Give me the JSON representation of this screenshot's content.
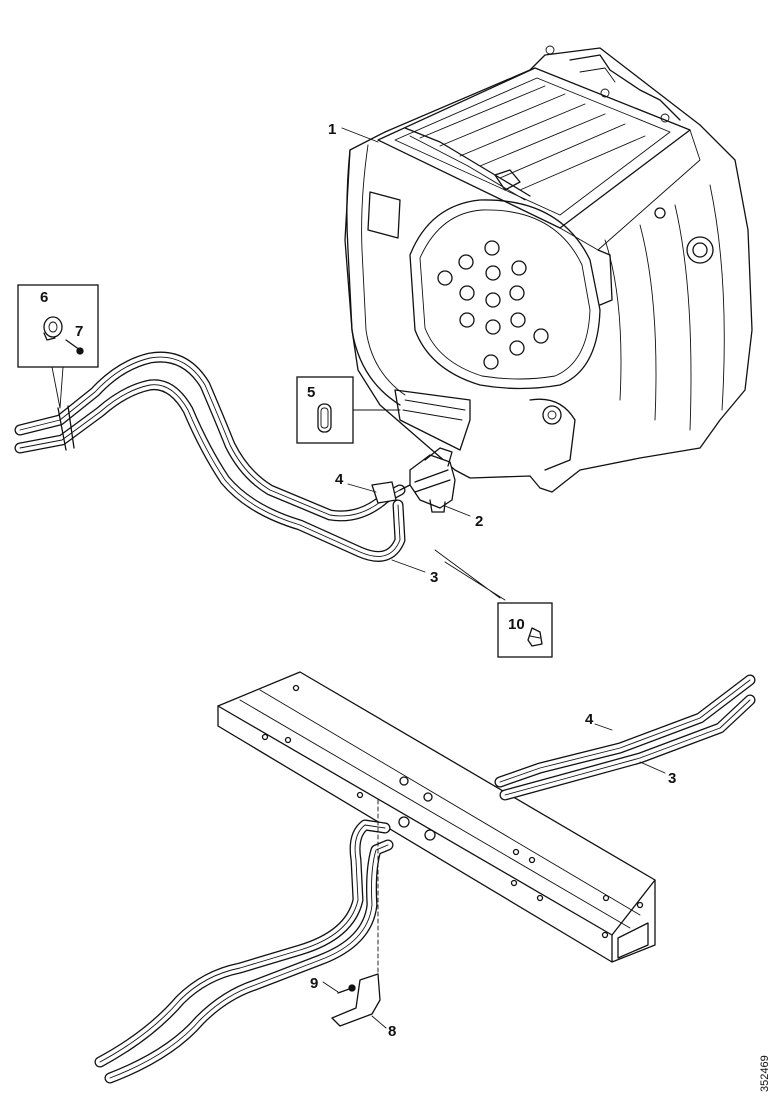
{
  "document_id": "352469",
  "callouts": {
    "c1": "1",
    "c2": "2",
    "c3a": "3",
    "c3b": "3",
    "c4a": "4",
    "c4b": "4",
    "c5": "5",
    "c6": "6",
    "c7": "7",
    "c8": "8",
    "c9": "9",
    "c10": "10"
  },
  "colors": {
    "line": "#111111",
    "background": "#ffffff"
  }
}
